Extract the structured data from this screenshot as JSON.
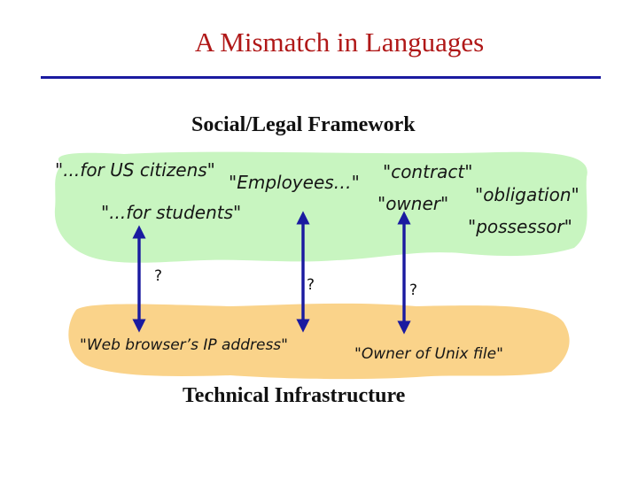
{
  "slide": {
    "title": "A Mismatch in Languages",
    "upper_heading": "Social/Legal Framework",
    "lower_heading": "Technical Infrastructure",
    "social_terms": {
      "us_citizens": "\"...for US citizens\"",
      "employees": "\"Employees…\"",
      "students": "\"...for students\"",
      "contract": "\"contract\"",
      "owner": "\"owner\"",
      "obligation": "\"obligation\"",
      "possessor": "\"possessor\""
    },
    "technical_terms": {
      "ip_address": "\"Web browser’s IP address\"",
      "unix_owner": "\"Owner of Unix file\""
    },
    "question_marks": [
      "?",
      "?",
      "?"
    ]
  },
  "colors": {
    "title": "#b01818",
    "rule": "#1a1aa0",
    "social_region": "#c8f5c0",
    "technical_region": "#fad38a",
    "arrow": "#1a1aa0"
  }
}
